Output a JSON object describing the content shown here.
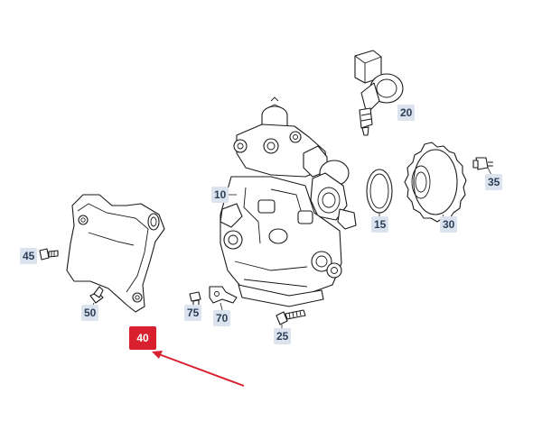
{
  "callouts": {
    "c10": "10",
    "c15": "15",
    "c20": "20",
    "c25": "25",
    "c30": "30",
    "c35": "35",
    "c40": "40",
    "c45": "45",
    "c50": "50",
    "c70": "70",
    "c75": "75"
  },
  "colors": {
    "callout_bg": "#dbe3ee",
    "callout_text": "#2c3e57",
    "highlight": "#d8202f",
    "arrow": "#d8202f",
    "linework": "#1a1a1a"
  },
  "highlighted_part": "40"
}
